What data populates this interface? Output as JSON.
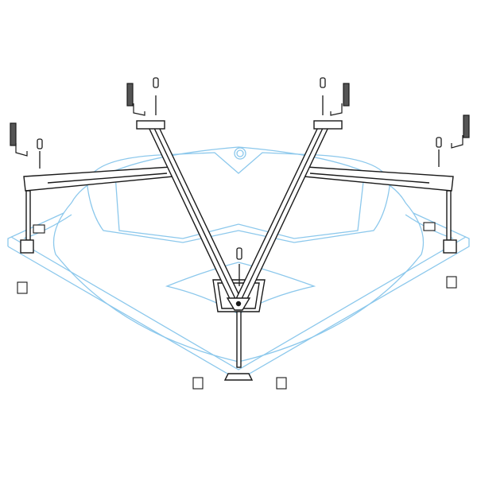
{
  "diagram": {
    "type": "exploded assembly drawing",
    "colors": {
      "tub_outline": "#8cc8ec",
      "frame_line": "#1a1a1a",
      "frame_fill": "#ffffff",
      "background": "#ffffff"
    },
    "parts": [
      "corner-bathtub-outline",
      "frame-crossbar-left",
      "frame-crossbar-right",
      "v-strut-left",
      "v-strut-right",
      "center-plate",
      "legs",
      "wall-brackets",
      "floor-brackets",
      "bolts"
    ]
  }
}
